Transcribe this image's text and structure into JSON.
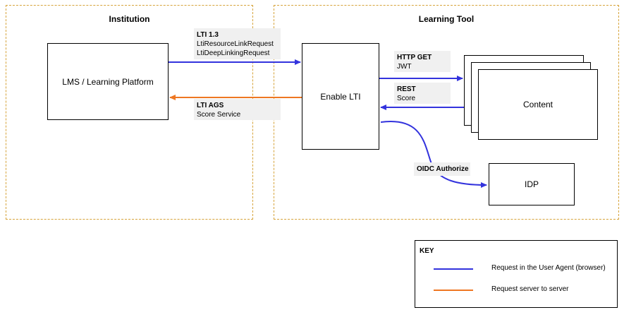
{
  "zones": {
    "institution": "Institution",
    "learning_tool": "Learning Tool"
  },
  "nodes": {
    "lms": "LMS / Learning Platform",
    "enable_lti": "Enable LTI",
    "content": "Content",
    "idp": "IDP"
  },
  "edges": {
    "lti13": {
      "title": "LTI 1.3",
      "line1": "LtiResourceLinkRequest",
      "line2": "LtiDeepLinkingRequest"
    },
    "lti_ags": {
      "title": "LTI AGS",
      "line1": "Score Service"
    },
    "http_get": {
      "title": "HTTP GET",
      "line1": "JWT"
    },
    "rest": {
      "title": "REST",
      "line1": "Score"
    },
    "oidc": {
      "title": "OIDC Authorize"
    }
  },
  "key": {
    "title": "KEY",
    "items": [
      {
        "label": "Request in the User Agent (browser)",
        "color": "#3333dd"
      },
      {
        "label": "Request server to server",
        "color": "#ee7722"
      }
    ]
  },
  "colors": {
    "browser": "#3333dd",
    "server": "#ee7722",
    "zone_border": "#d6a33a"
  }
}
